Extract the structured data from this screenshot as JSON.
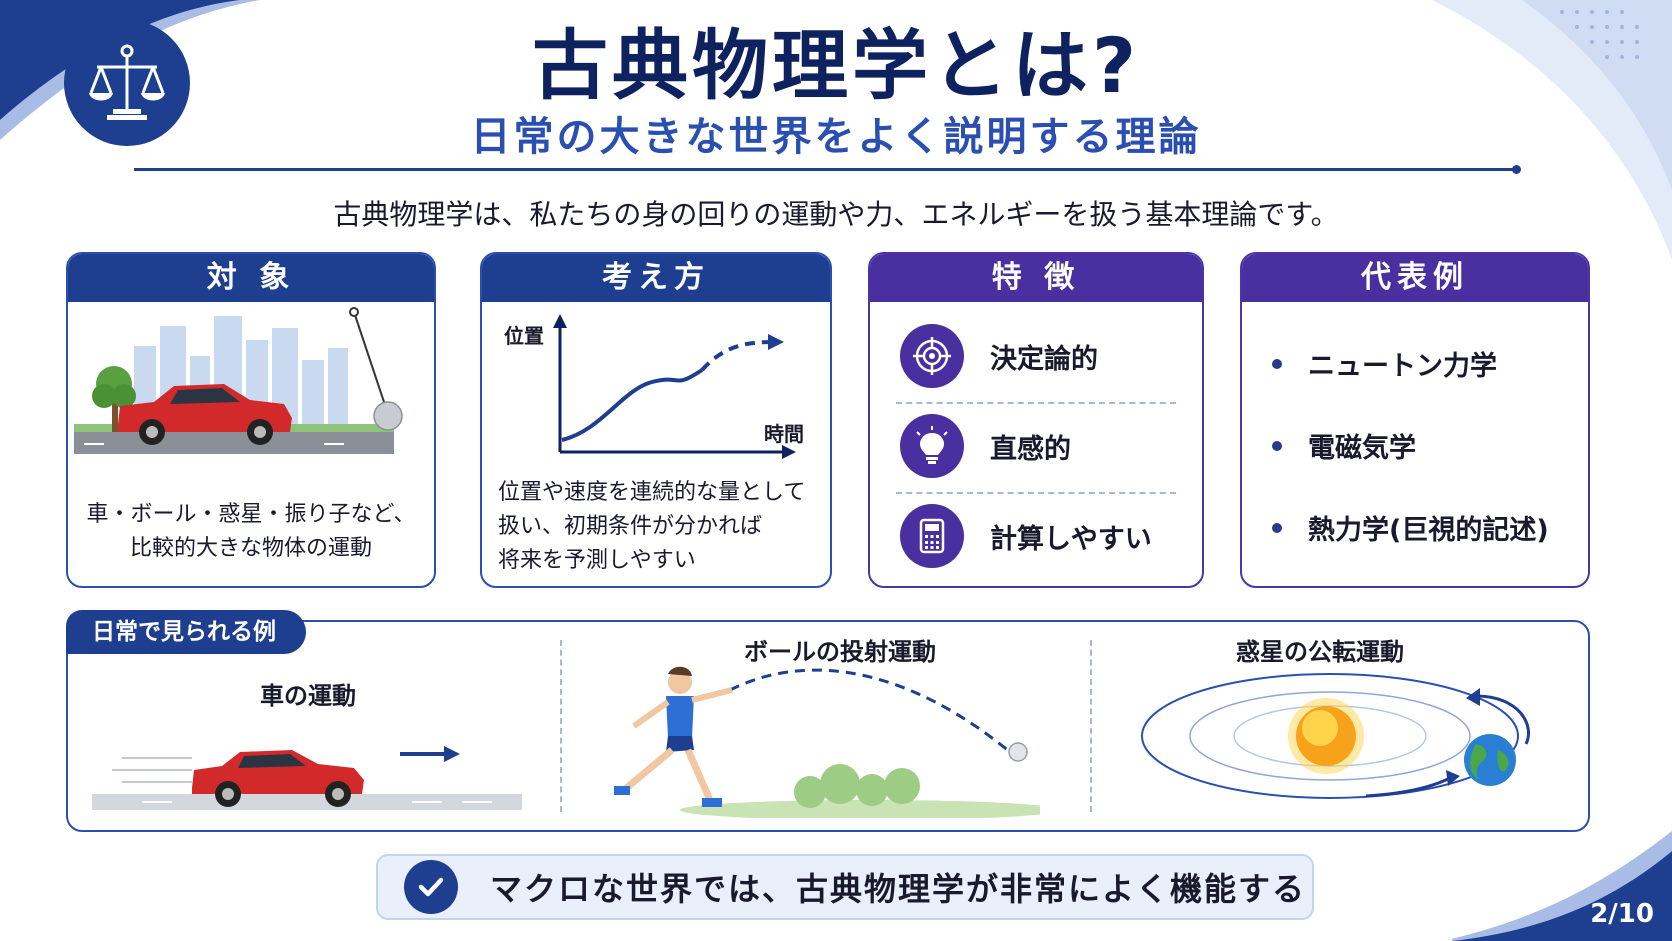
{
  "header": {
    "title": "古典物理学とは?",
    "subtitle": "日常の大きな世界をよく説明する理論"
  },
  "intro": "古典物理学は、私たちの身の回りの運動や力、エネルギーを扱う基本理論です。",
  "cards": {
    "target": {
      "heading": "対 象",
      "text_line1": "車・ボール・惑星・振り子など、",
      "text_line2": "比較的大きな物体の運動"
    },
    "approach": {
      "heading": "考え方",
      "graph_ylabel": "位置",
      "graph_xlabel": "時間",
      "text_line1": "位置や速度を連続的な量として",
      "text_line2": "扱い、初期条件が分かれば",
      "text_line3": "将来を予測しやすい"
    },
    "features": {
      "heading": "特 徴",
      "items": [
        {
          "label": "決定論的",
          "icon": "target-icon"
        },
        {
          "label": "直感的",
          "icon": "lightbulb-icon"
        },
        {
          "label": "計算しやすい",
          "icon": "calculator-icon"
        }
      ]
    },
    "examples": {
      "heading": "代表例",
      "items": [
        "ニュートン力学",
        "電磁気学",
        "熱力学(巨視的記述)"
      ]
    }
  },
  "everyday": {
    "tag": "日常で見られる例",
    "scenes": [
      "車の運動",
      "ボールの投射運動",
      "惑星の公転運動"
    ]
  },
  "banner": "マクロな世界では、古典物理学が非常によく機能する",
  "page": "2/10",
  "colors": {
    "navy": "#1e3f8f",
    "purple": "#4a2fa0",
    "title": "#0f2260",
    "subtitle": "#2a4fb0"
  }
}
